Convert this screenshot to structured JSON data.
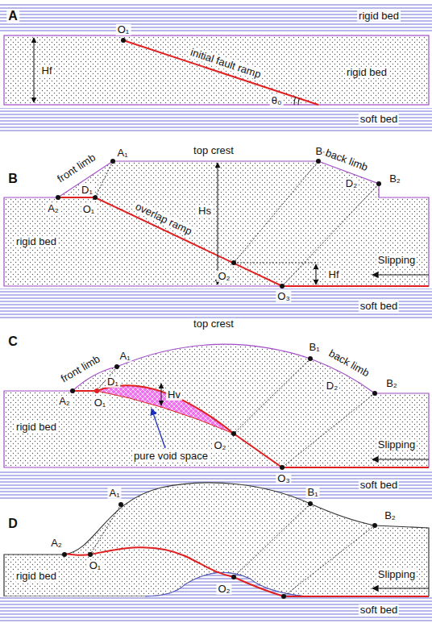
{
  "diagram": {
    "labels": [
      "A",
      "rigid bed",
      "O₁",
      "initial fault ramp",
      "Hf",
      "rigid bed",
      "θ₀",
      "soft bed",
      "B",
      "front limb",
      "D₁",
      "A₁",
      "top crest",
      "B₁",
      "back limb",
      "D₂",
      "B₂",
      "A₂",
      "O₁",
      "overlap ramp",
      "Hs",
      "rigid bed",
      "O₂",
      "Hf",
      "Slipping",
      "O₃",
      "soft bed",
      "C",
      "top crest",
      "front limb",
      "D₁",
      "A₁",
      "B₁",
      "back limb",
      "D₂",
      "B₂",
      "A₂",
      "O₁",
      "Hv",
      "rigid bed",
      "pure void space",
      "O₂",
      "Slipping",
      "O₃",
      "soft bed",
      "D",
      "A₁",
      "A₂",
      "B₁",
      "B₂",
      "O₁",
      "rigid bed",
      "O₂",
      "Slipping",
      "soft bed"
    ]
  }
}
